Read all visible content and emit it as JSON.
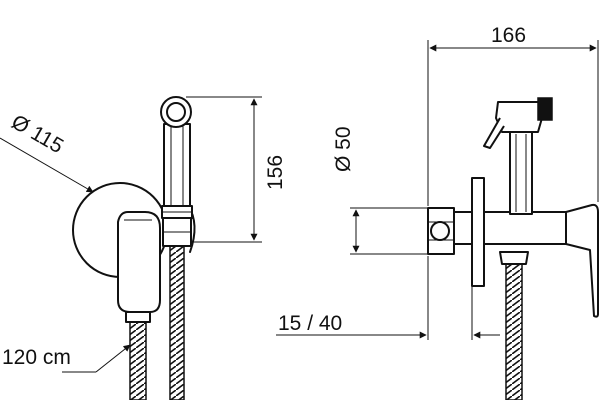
{
  "dimensions": {
    "diameter_cover": "Ø 115",
    "height_sprayer": "156",
    "hose_length": "120 cm",
    "diameter_body": "Ø 50",
    "overall_width": "166",
    "wall_depth": "15 / 40"
  },
  "colors": {
    "line": "#111111",
    "background": "#ffffff"
  }
}
